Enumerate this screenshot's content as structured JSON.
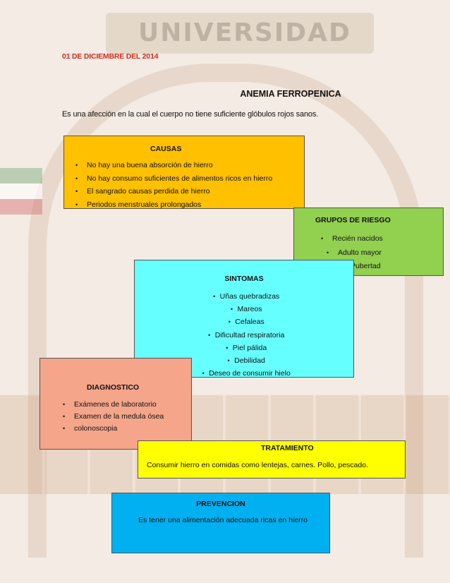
{
  "watermark": {
    "text": "UNIVERSIDAD"
  },
  "header": {
    "date": "01 DE DICIEMBRE DEL 2014",
    "title": "ANEMIA FERROPENICA",
    "intro": "Es una afección en la cual el cuerpo no tiene suficiente glóbulos rojos sanos."
  },
  "bullet": "•",
  "causas": {
    "title": "CAUSAS",
    "items": [
      "No hay una buena absorción de hierro",
      "No hay consumo suficientes de alimentos ricos en hierro",
      "El sangrado causas perdida de hierro",
      "Periodos menstruales prolongados"
    ]
  },
  "riesgo": {
    "title": "GRUPOS DE RIESGO",
    "items": [
      "Recién nacidos",
      "Adulto mayor",
      "Pubertad"
    ]
  },
  "sintomas": {
    "title": "SINTOMAS",
    "items": [
      "Uñas quebradizas",
      "Mareos",
      "Cefaleas",
      "Dificultad respiratoria",
      "Piel pálida",
      "Debilidad",
      "Deseo de consumir hielo"
    ]
  },
  "diagnostico": {
    "title": "DIAGNOSTICO",
    "items": [
      "Exámenes de laboratorio",
      "Examen de la medula ósea",
      "colonoscopia"
    ]
  },
  "tratamiento": {
    "title": "TRATAMIENTO",
    "text": "Consumir hierro en comidas como lentejas, carnes. Pollo, pescado."
  },
  "prevencion": {
    "title": "PREVENCION",
    "text": "Es tener una alimentación adecuada ricas en hierro"
  },
  "colors": {
    "causas": "#ffc000",
    "riesgo": "#92d050",
    "sintomas": "#66ffff",
    "diagnostico": "#f4a58a",
    "tratamiento": "#ffff00",
    "prevencion": "#00b0f0",
    "date": "#d32a1c"
  }
}
